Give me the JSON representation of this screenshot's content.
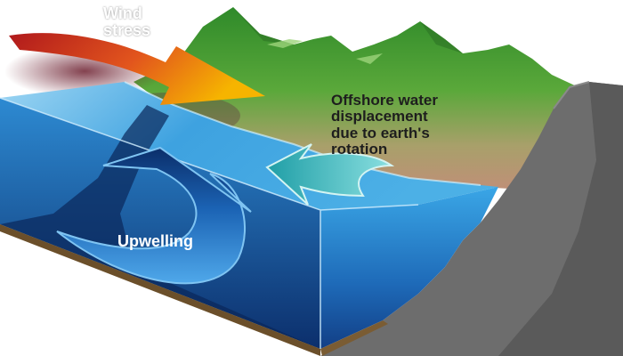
{
  "labels": {
    "wind_stress": [
      "Wind",
      "stress"
    ],
    "offshore": [
      "Offshore water",
      "displacement",
      "due to earth's",
      "rotation"
    ],
    "upwelling": "Upwelling"
  },
  "colors": {
    "wind_arrow_start": "#b71c1c",
    "wind_arrow_end": "#f4a000",
    "land_green": "#3f8f2c",
    "land_brown": "#b58a6e",
    "cliff_gray": "#6f6f6f",
    "ocean_surface": "#36a3e4",
    "ocean_deep": "#0b2f6e",
    "seabed": "#6b4f2a",
    "offshore_arrow": "#2fb6b0",
    "upwelling_arrow": "#0f3d80"
  }
}
